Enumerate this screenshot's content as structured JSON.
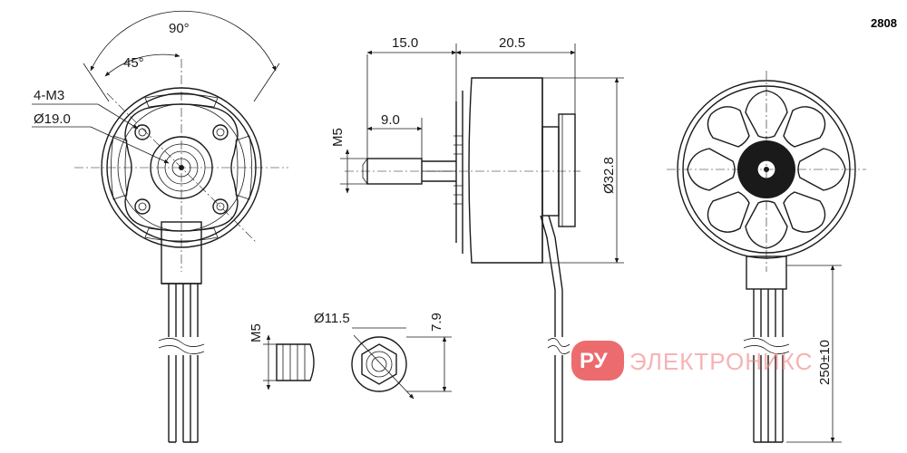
{
  "model": "2808",
  "dimensions": {
    "angle_90": "90°",
    "angle_45": "45°",
    "mount_holes": "4-M3",
    "mount_circle": "Ø19.0",
    "length_front": "15.0",
    "length_body": "20.5",
    "thread_left": "M5",
    "shaft_length": "9.0",
    "body_diameter": "Ø32.8",
    "nut_thread": "M5",
    "nut_diameter": "Ø11.5",
    "nut_height": "7.9",
    "lead_length": "250±10"
  },
  "watermark": {
    "logo": "РУ",
    "text": "ЭЛЕКТРОНИКС",
    "color": "#e8474a"
  }
}
